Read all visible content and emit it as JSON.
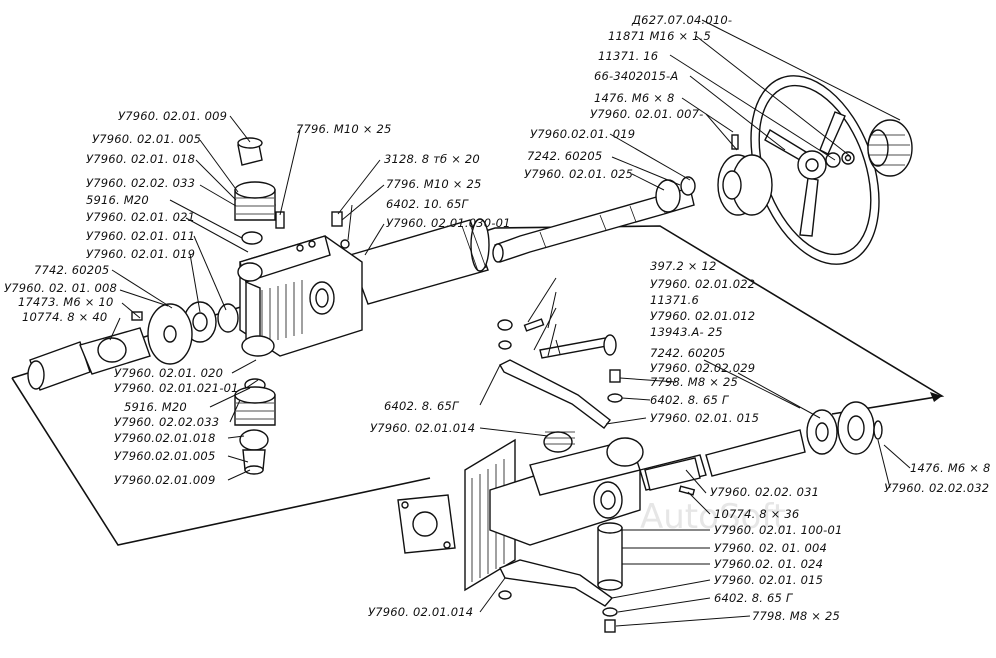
{
  "watermark": "AutoSoft",
  "labels": [
    {
      "id": "l1",
      "text": "Д627.07.04.010-"
    },
    {
      "id": "l2",
      "text": "11871 М16 × 1.5"
    },
    {
      "id": "l3",
      "text": "11371. 16"
    },
    {
      "id": "l4",
      "text": "66-3402015-А"
    },
    {
      "id": "l5",
      "text": "1476. М6 × 8"
    },
    {
      "id": "l6",
      "text": "У7960. 02.01. 007-"
    },
    {
      "id": "l7",
      "text": "У7960.02.01. 019"
    },
    {
      "id": "l8",
      "text": "7242. 60205"
    },
    {
      "id": "l9",
      "text": "У7960. 02.01. 025"
    },
    {
      "id": "l10",
      "text": "У7960. 02.01. 009"
    },
    {
      "id": "l11",
      "text": "У7960. 02.01. 005"
    },
    {
      "id": "l12",
      "text": "У7960. 02.01. 018"
    },
    {
      "id": "l13",
      "text": "У7960. 02.02. 033"
    },
    {
      "id": "l14",
      "text": "5916. М20"
    },
    {
      "id": "l15",
      "text": "У7960. 02.01. 021"
    },
    {
      "id": "l16",
      "text": "У7960. 02.01. 011"
    },
    {
      "id": "l17",
      "text": "У7960. 02.01. 019"
    },
    {
      "id": "l18",
      "text": "7742. 60205"
    },
    {
      "id": "l19",
      "text": "У7960. 02. 01. 008"
    },
    {
      "id": "l20",
      "text": "17473. М6 × 10"
    },
    {
      "id": "l21",
      "text": "10774. 8 × 40"
    },
    {
      "id": "l22",
      "text": "7796. М10 × 25"
    },
    {
      "id": "l23",
      "text": "3128. 8 тб × 20"
    },
    {
      "id": "l24",
      "text": "7796. М10 × 25"
    },
    {
      "id": "l25",
      "text": "6402. 10. 65Г"
    },
    {
      "id": "l26",
      "text": "У7960. 02.01.030-01"
    },
    {
      "id": "l27",
      "text": "У7960. 02.01. 020"
    },
    {
      "id": "l28",
      "text": "У7960. 02.01.021-01"
    },
    {
      "id": "l29",
      "text": "5916. М20"
    },
    {
      "id": "l30",
      "text": "У7960. 02.02.033"
    },
    {
      "id": "l31",
      "text": "У7960.02.01.018"
    },
    {
      "id": "l32",
      "text": "У7960.02.01.005"
    },
    {
      "id": "l33",
      "text": "У7960.02.01.009"
    },
    {
      "id": "l34",
      "text": "397.2 × 12"
    },
    {
      "id": "l35",
      "text": "У7960. 02.01.022"
    },
    {
      "id": "l36",
      "text": "11371.6"
    },
    {
      "id": "l37",
      "text": "У7960. 02.01.012"
    },
    {
      "id": "l38",
      "text": "13943.А- 25"
    },
    {
      "id": "l39",
      "text": "7242. 60205"
    },
    {
      "id": "l40",
      "text": "У7960. 02.02.029"
    },
    {
      "id": "l41",
      "text": "7798. М8 × 25"
    },
    {
      "id": "l42",
      "text": "6402. 8. 65 Г"
    },
    {
      "id": "l43",
      "text": "У7960. 02.01. 015"
    },
    {
      "id": "l44",
      "text": "6402. 8. 65Г"
    },
    {
      "id": "l45",
      "text": "У7960. 02.01.014"
    },
    {
      "id": "l46",
      "text": "1476. М6 × 8"
    },
    {
      "id": "l47",
      "text": "У7960. 02.02.032"
    },
    {
      "id": "l48",
      "text": "У7960. 02.02. 031"
    },
    {
      "id": "l49",
      "text": "10774. 8 × 36"
    },
    {
      "id": "l50",
      "text": "У7960. 02.01. 100-01"
    },
    {
      "id": "l51",
      "text": "У7960. 02. 01. 004"
    },
    {
      "id": "l52",
      "text": "У7960.02. 01. 024"
    },
    {
      "id": "l53",
      "text": "У7960. 02.01. 015"
    },
    {
      "id": "l54",
      "text": "6402. 8. 65 Г"
    },
    {
      "id": "l55",
      "text": "7798. М8 × 25"
    },
    {
      "id": "l56",
      "text": "У7960. 02.01.014"
    }
  ]
}
